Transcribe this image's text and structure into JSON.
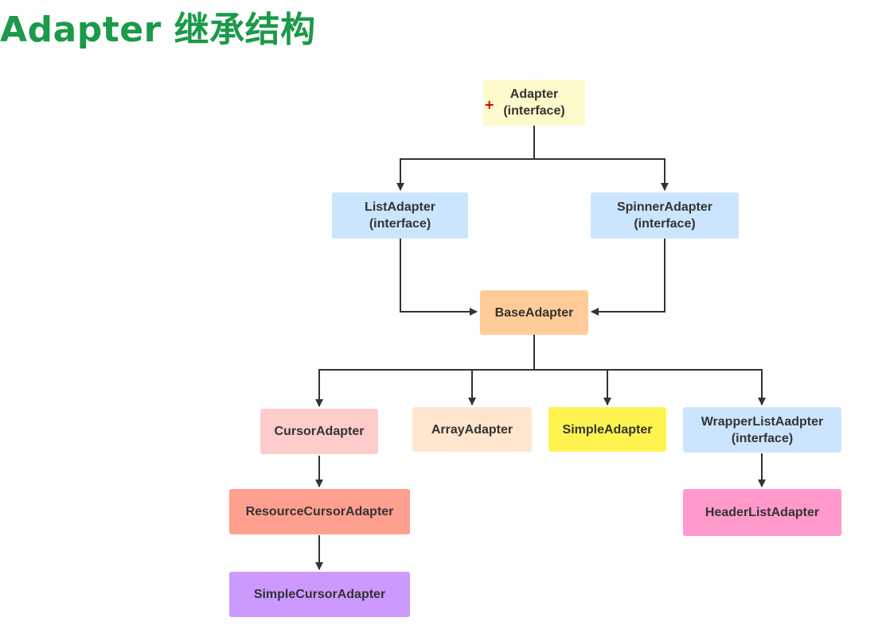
{
  "title": {
    "text": "Adapter 继承结构",
    "color": "#1a9a4a"
  },
  "colors": {
    "connector": "#333333",
    "cursor_mark": "#cc0000"
  },
  "cursor_mark": "+",
  "nodes": {
    "adapter": {
      "name": "Adapter",
      "subtitle": "(interface)",
      "fill": "#fdfacb"
    },
    "list_adapter": {
      "name": "ListAdapter",
      "subtitle": "(interface)",
      "fill": "#cce5ff"
    },
    "spinner_adapter": {
      "name": "SpinnerAdapter",
      "subtitle": "(interface)",
      "fill": "#cce5ff"
    },
    "base_adapter": {
      "name": "BaseAdapter",
      "fill": "#ffcc99"
    },
    "cursor_adapter": {
      "name": "CursorAdapter",
      "fill": "#ffcccc"
    },
    "array_adapter": {
      "name": "ArrayAdapter",
      "fill": "#ffe6cc"
    },
    "simple_adapter": {
      "name": "SimpleAdapter",
      "fill": "#fff44f"
    },
    "wrapper_list_adapter": {
      "name": "WrapperListAadpter",
      "subtitle": "(interface)",
      "fill": "#cce5ff"
    },
    "resource_cursor_adapter": {
      "name": "ResourceCursorAdapter",
      "fill": "#ff9f8f"
    },
    "header_list_adapter": {
      "name": "HeaderListAdapter",
      "fill": "#ff99cc"
    },
    "simple_cursor_adapter": {
      "name": "SimpleCursorAdapter",
      "fill": "#cc99ff"
    }
  },
  "edges": [
    {
      "from": "adapter",
      "to": "list_adapter"
    },
    {
      "from": "adapter",
      "to": "spinner_adapter"
    },
    {
      "from": "list_adapter",
      "to": "base_adapter"
    },
    {
      "from": "spinner_adapter",
      "to": "base_adapter"
    },
    {
      "from": "base_adapter",
      "to": "cursor_adapter"
    },
    {
      "from": "base_adapter",
      "to": "array_adapter"
    },
    {
      "from": "base_adapter",
      "to": "simple_adapter"
    },
    {
      "from": "base_adapter",
      "to": "wrapper_list_adapter"
    },
    {
      "from": "cursor_adapter",
      "to": "resource_cursor_adapter"
    },
    {
      "from": "resource_cursor_adapter",
      "to": "simple_cursor_adapter"
    },
    {
      "from": "wrapper_list_adapter",
      "to": "header_list_adapter"
    }
  ]
}
